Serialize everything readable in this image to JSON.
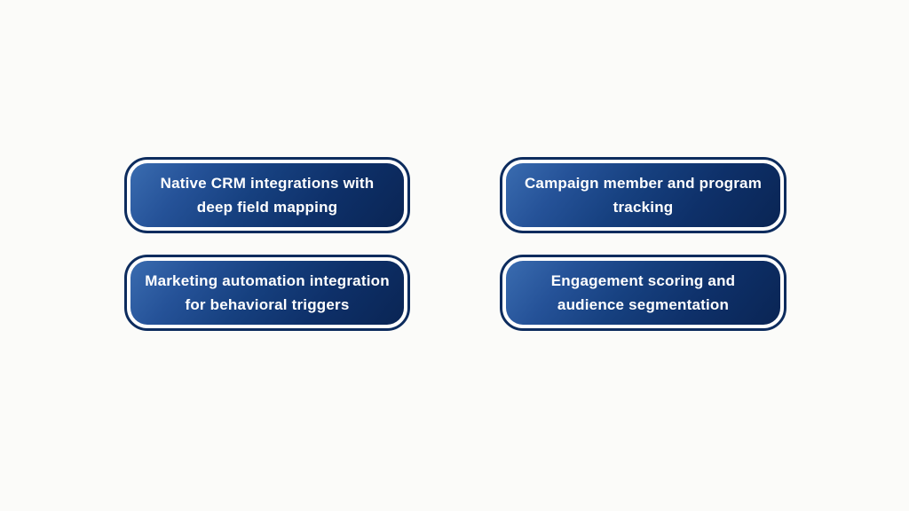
{
  "page": {
    "background_color": "#fbfbf9",
    "description": "2x2 grid of rounded feature pills"
  },
  "colors": {
    "card_outer_border": "#0d2c5e",
    "card_inner_ring": "#ffffff",
    "card_gradient_light": "#3a6cb0",
    "card_gradient_dark": "#0a2554",
    "card_text": "#ffffff"
  },
  "cards": [
    {
      "label": "Native CRM integrations with deep field mapping"
    },
    {
      "label": "Campaign member and program tracking"
    },
    {
      "label": "Marketing automation integration for behavioral triggers"
    },
    {
      "label": "Engagement scoring and audience segmentation"
    }
  ]
}
